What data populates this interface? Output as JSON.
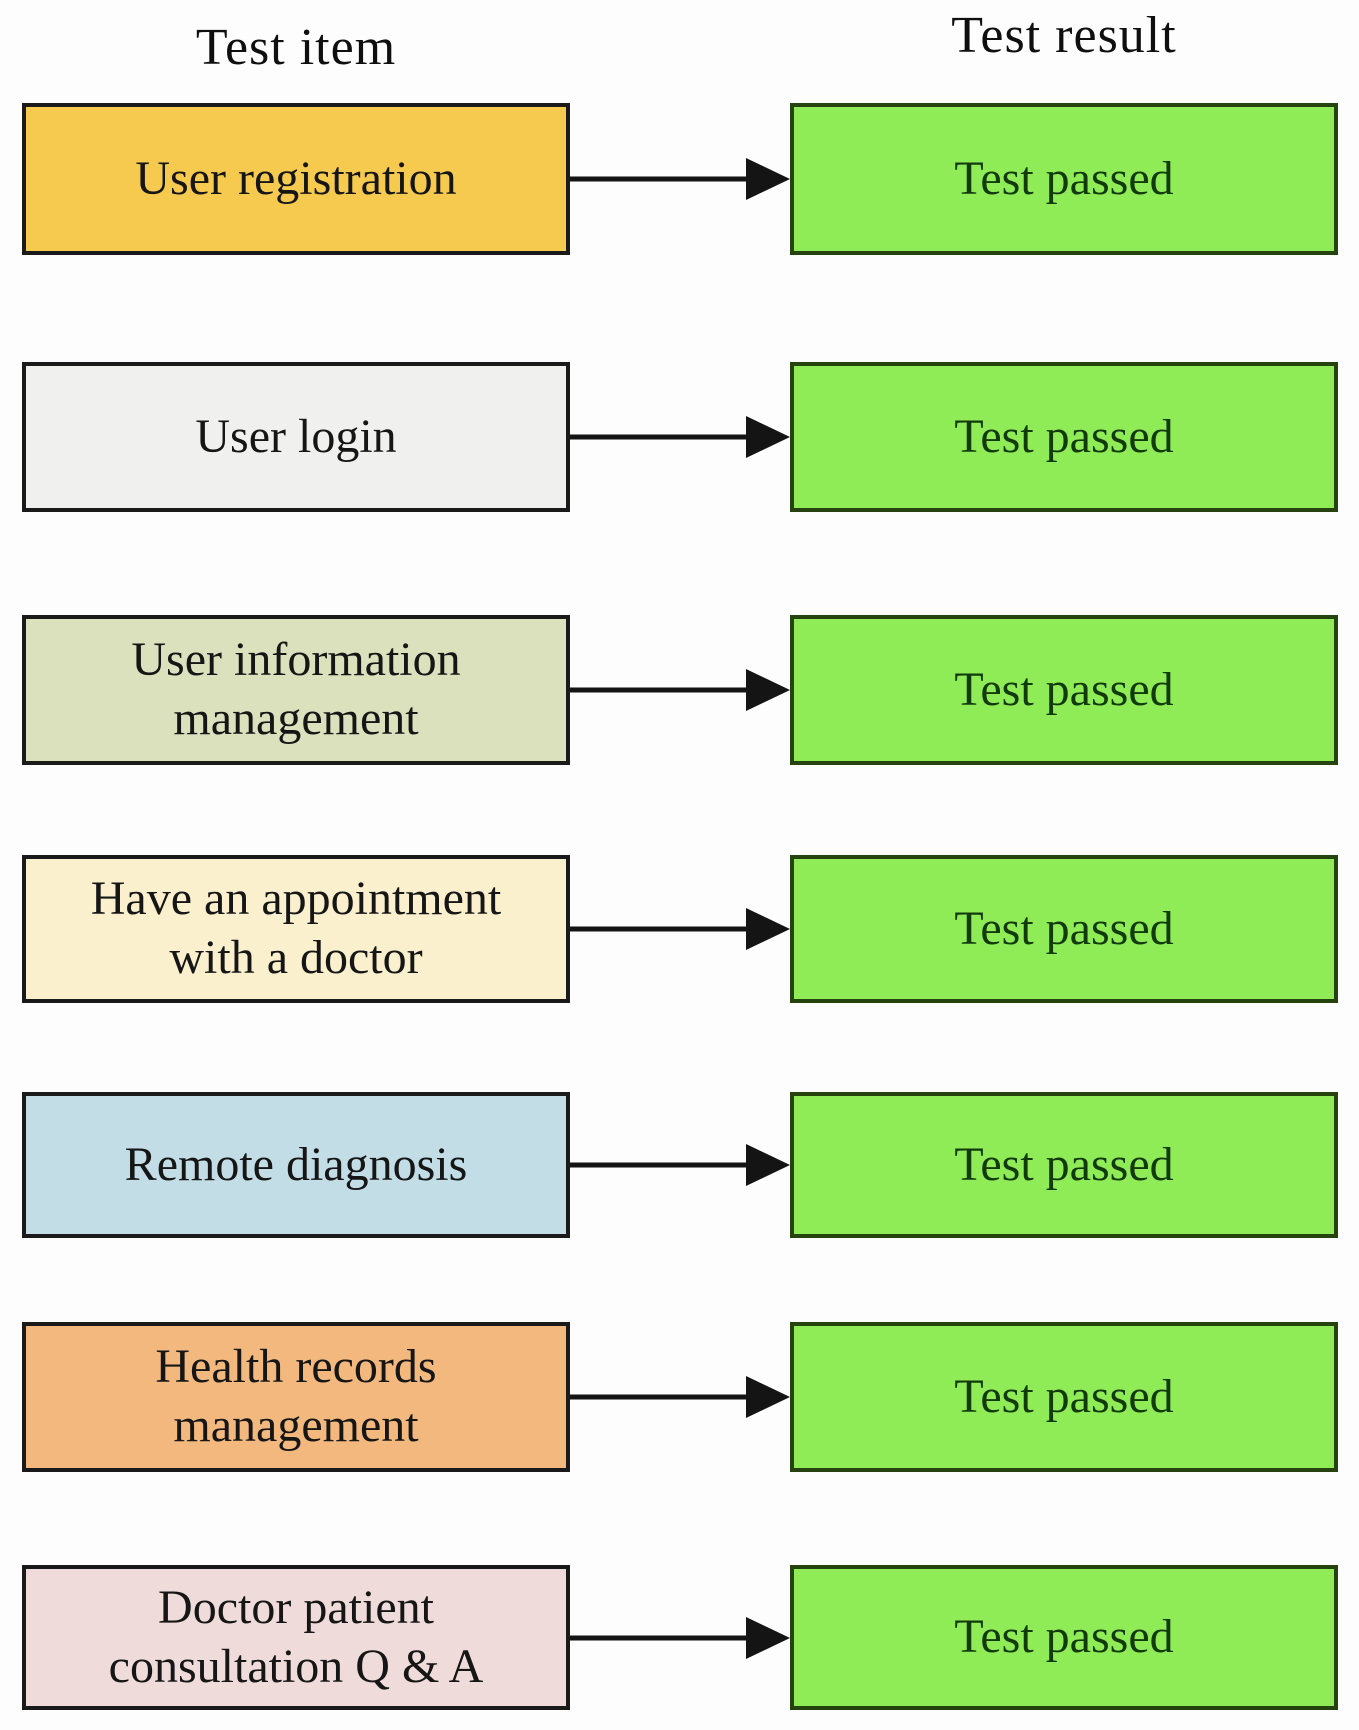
{
  "diagram": {
    "left_column_header": "Test item",
    "right_column_header": "Test result",
    "result_label": "Test passed",
    "colors": {
      "result_fill": "#8FEC57",
      "result_border": "#26430F",
      "item_border": "#1A1A1A",
      "arrow": "#141414"
    },
    "rows": [
      {
        "label": "User registration",
        "fill": "#F6C94F",
        "result": "Test passed"
      },
      {
        "label": "User login",
        "fill": "#F0F0EE",
        "result": "Test passed"
      },
      {
        "label": "User information management",
        "fill": "#DCE1BD",
        "result": "Test passed"
      },
      {
        "label": "Have an appointment with a doctor",
        "fill": "#FAF0CE",
        "result": "Test passed"
      },
      {
        "label": "Remote diagnosis",
        "fill": "#C3DDE7",
        "result": "Test passed"
      },
      {
        "label": "Health records management",
        "fill": "#F2B87E",
        "result": "Test passed"
      },
      {
        "label": "Doctor patient consultation Q & A",
        "fill": "#EFDCDA",
        "result": "Test passed"
      }
    ]
  }
}
